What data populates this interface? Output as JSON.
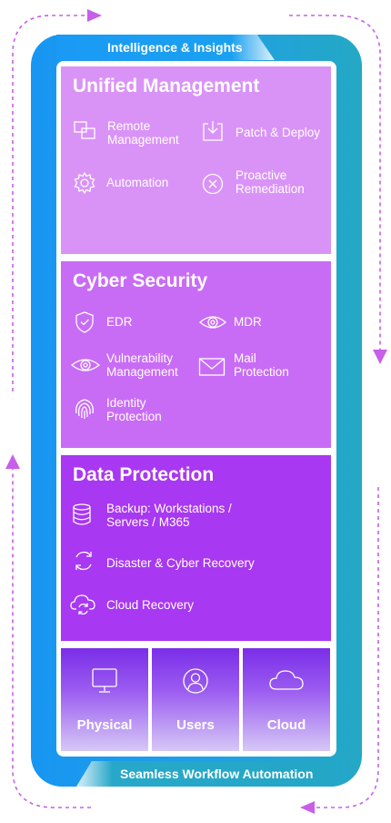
{
  "banners": {
    "top": "Intelligence & Insights",
    "bottom": "Seamless Workflow Automation"
  },
  "sections": [
    {
      "title": "Unified Management",
      "items": [
        {
          "lines": [
            "Remote",
            "Management"
          ],
          "icon": "remote-management-icon"
        },
        {
          "lines": [
            "Patch & Deploy"
          ],
          "icon": "patch-deploy-icon"
        },
        {
          "lines": [
            "Automation"
          ],
          "icon": "gear-icon"
        },
        {
          "lines": [
            "Proactive",
            "Remediation"
          ],
          "icon": "close-circle-icon"
        }
      ]
    },
    {
      "title": "Cyber Security",
      "items": [
        {
          "lines": [
            "EDR"
          ],
          "icon": "shield-icon"
        },
        {
          "lines": [
            "MDR"
          ],
          "icon": "eye-icon"
        },
        {
          "lines": [
            "Vulnerability",
            "Management"
          ],
          "icon": "eye-icon"
        },
        {
          "lines": [
            "Mail",
            "Protection"
          ],
          "icon": "mail-icon"
        },
        {
          "lines": [
            "Identity",
            "Protection"
          ],
          "icon": "fingerprint-icon"
        }
      ]
    },
    {
      "title": "Data Protection",
      "items": [
        {
          "lines": [
            "Backup:  Workstations /",
            "Servers / M365"
          ],
          "icon": "database-icon"
        },
        {
          "lines": [
            "Disaster & Cyber Recovery"
          ],
          "icon": "refresh-icon"
        },
        {
          "lines": [
            "Cloud Recovery"
          ],
          "icon": "cloud-sync-icon"
        }
      ]
    }
  ],
  "tiles": [
    {
      "label": "Physical",
      "icon": "monitor-icon"
    },
    {
      "label": "Users",
      "icon": "user-icon"
    },
    {
      "label": "Cloud",
      "icon": "cloud-icon"
    }
  ],
  "colors": {
    "frame": "#1a9af5",
    "unified_management": "#d993f7",
    "cyber_security": "#c86cf6",
    "data_protection": "#a838f1",
    "tiles": "#7a2ee8",
    "arrows": "#c85fe8"
  }
}
